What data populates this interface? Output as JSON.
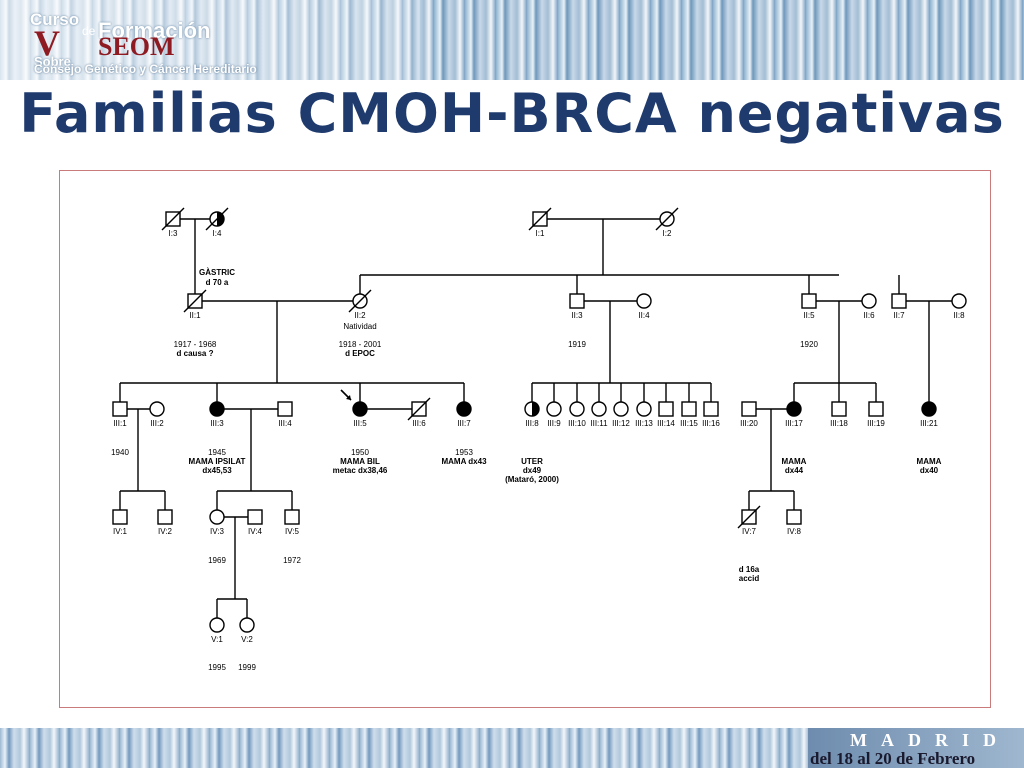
{
  "header": {
    "logo": {
      "curso": "Curso",
      "de": "de",
      "formacion": "Formación",
      "v": "V",
      "seom": "SEOM",
      "sobre": "Sobre",
      "consejo": "Consejo Genético y Cáncer Hereditario"
    }
  },
  "title": "Familias CMOH-BRCA negativas",
  "footer": {
    "city": "MADRID",
    "dates": "del 18 al 20 de Febrero"
  },
  "pedigree": {
    "individuals": [
      {
        "id": "I:3",
        "sex": "M",
        "affected": false,
        "deceased": true
      },
      {
        "id": "I:4",
        "sex": "F",
        "affected": "half",
        "deceased": true
      },
      {
        "id": "I:1",
        "sex": "M",
        "affected": false,
        "deceased": true
      },
      {
        "id": "I:2",
        "sex": "F",
        "affected": false,
        "deceased": true
      },
      {
        "id": "II:1",
        "sex": "M",
        "affected": false,
        "deceased": true,
        "notes": [
          "GÀSTRIC",
          "d 70 a"
        ],
        "years": "1917 - 1968",
        "detail": "d causa ?"
      },
      {
        "id": "II:2",
        "sex": "F",
        "affected": false,
        "deceased": true,
        "name": "Natividad",
        "years": "1918 - 2001",
        "detail": "d EPOC"
      },
      {
        "id": "II:3",
        "sex": "M",
        "affected": false,
        "deceased": false,
        "years": "1919"
      },
      {
        "id": "II:4",
        "sex": "F",
        "affected": false,
        "deceased": false
      },
      {
        "id": "II:5",
        "sex": "M",
        "affected": false,
        "deceased": false,
        "years": "1920"
      },
      {
        "id": "II:6",
        "sex": "F",
        "affected": false,
        "deceased": false
      },
      {
        "id": "II:7",
        "sex": "M",
        "affected": false,
        "deceased": false
      },
      {
        "id": "II:8",
        "sex": "F",
        "affected": false,
        "deceased": false
      },
      {
        "id": "III:1",
        "sex": "M",
        "affected": false,
        "deceased": false,
        "years": "1940"
      },
      {
        "id": "III:2",
        "sex": "F",
        "affected": false,
        "deceased": false
      },
      {
        "id": "III:3",
        "sex": "F",
        "affected": true,
        "deceased": false,
        "years": "1945",
        "detail": "MAMA IPSILAT",
        "detail2": "dx45,53"
      },
      {
        "id": "III:4",
        "sex": "M",
        "affected": false,
        "deceased": false
      },
      {
        "id": "III:5",
        "sex": "F",
        "affected": true,
        "deceased": false,
        "proband": true,
        "years": "1950",
        "detail": "MAMA BIL",
        "detail2": "metac dx38,46"
      },
      {
        "id": "III:6",
        "sex": "M",
        "affected": false,
        "deceased": true
      },
      {
        "id": "III:7",
        "sex": "F",
        "affected": true,
        "deceased": false,
        "years": "1953",
        "detail": "MAMA dx43"
      },
      {
        "id": "III:8",
        "sex": "F",
        "affected": "half",
        "deceased": false,
        "detail": "UTER",
        "detail2": "dx49",
        "detail3": "(Mataró, 2000)"
      },
      {
        "id": "III:9",
        "sex": "F",
        "affected": false,
        "deceased": false
      },
      {
        "id": "III:10",
        "sex": "F",
        "affected": false,
        "deceased": false
      },
      {
        "id": "III:11",
        "sex": "F",
        "affected": false,
        "deceased": false
      },
      {
        "id": "III:12",
        "sex": "F",
        "affected": false,
        "deceased": false
      },
      {
        "id": "III:13",
        "sex": "F",
        "affected": false,
        "deceased": false
      },
      {
        "id": "III:14",
        "sex": "M",
        "affected": false,
        "deceased": false
      },
      {
        "id": "III:15",
        "sex": "M",
        "affected": false,
        "deceased": false
      },
      {
        "id": "III:16",
        "sex": "M",
        "affected": false,
        "deceased": false
      },
      {
        "id": "III:20",
        "sex": "M",
        "affected": false,
        "deceased": false
      },
      {
        "id": "III:17",
        "sex": "F",
        "affected": true,
        "deceased": false,
        "detail": "MAMA",
        "detail2": "dx44"
      },
      {
        "id": "III:18",
        "sex": "M",
        "affected": false,
        "deceased": false
      },
      {
        "id": "III:19",
        "sex": "M",
        "affected": false,
        "deceased": false
      },
      {
        "id": "III:21",
        "sex": "F",
        "affected": true,
        "deceased": false,
        "detail": "MAMA",
        "detail2": "dx40"
      },
      {
        "id": "IV:1",
        "sex": "M",
        "affected": false,
        "deceased": false
      },
      {
        "id": "IV:2",
        "sex": "M",
        "affected": false,
        "deceased": false
      },
      {
        "id": "IV:3",
        "sex": "F",
        "affected": false,
        "deceased": false,
        "years": "1969"
      },
      {
        "id": "IV:4",
        "sex": "M",
        "affected": false,
        "deceased": false
      },
      {
        "id": "IV:5",
        "sex": "M",
        "affected": false,
        "deceased": false,
        "years": "1972"
      },
      {
        "id": "IV:7",
        "sex": "M",
        "affected": false,
        "deceased": true,
        "detail": "d 16a",
        "detail2": "accid"
      },
      {
        "id": "IV:8",
        "sex": "M",
        "affected": false,
        "deceased": false
      },
      {
        "id": "V:1",
        "sex": "F",
        "affected": false,
        "deceased": false,
        "years": "1995"
      },
      {
        "id": "V:2",
        "sex": "F",
        "affected": false,
        "deceased": false,
        "years": "1999"
      }
    ]
  }
}
